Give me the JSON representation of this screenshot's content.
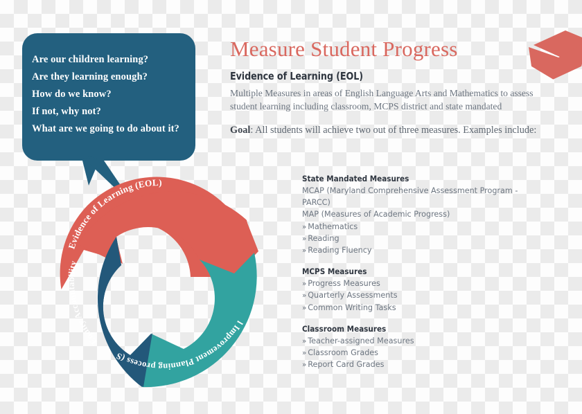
{
  "colors": {
    "coral": "#d9685f",
    "donut_red": "#dd5f55",
    "donut_navy": "#23587a",
    "donut_teal": "#32a3a0",
    "bubble_navy": "#23607f",
    "body_text": "#6c7580",
    "heading_text": "#2f3640"
  },
  "speech_bubble": {
    "questions": [
      "Are our children learning?",
      "Are they learning enough?",
      "How do we know?",
      "If not, why not?",
      "What are we going to do about it?"
    ]
  },
  "header": {
    "title": "Measure Student Progress",
    "subtitle": "Evidence of Learning (EOL)",
    "intro": "Multiple Measures in areas of English Language Arts and Mathematics to assess student learning including classroom, MCPS district and state mandated",
    "goal_label": "Goal",
    "goal_text": ": All students will achieve two out of three measures. Examples include:",
    "cap_icon": "graduation-cap-icon"
  },
  "chart_data": {
    "type": "pie",
    "title": "Measure Student Progress cycle",
    "legend": "none",
    "segments": [
      {
        "label": "Evidence of Learning (EOL)",
        "color": "#dd5f55",
        "value": 33.3
      },
      {
        "label": "School Improvement Planning process (SIP)",
        "color": "#32a3a0",
        "value": 33.3
      },
      {
        "label": "MCPS Equity Accountability Model",
        "color": "#23587a",
        "value": 33.3
      }
    ]
  },
  "measures": [
    {
      "heading": "State Mandated Measures",
      "plain": [
        "MCAP (Maryland Comprehensive Assessment Program - PARCC)",
        "MAP (Measures of Academic Progress)"
      ],
      "bullets": [
        "Mathematics",
        "Reading",
        "Reading Fluency"
      ]
    },
    {
      "heading": "MCPS Measures",
      "plain": [],
      "bullets": [
        "Progress Measures",
        "Quarterly Assessments",
        "Common Writing Tasks"
      ]
    },
    {
      "heading": "Classroom Measures",
      "plain": [],
      "bullets": [
        "Teacher-assigned Measures",
        "Classroom Grades",
        "Report Card Grades"
      ]
    }
  ],
  "bullet_glyph": "»"
}
